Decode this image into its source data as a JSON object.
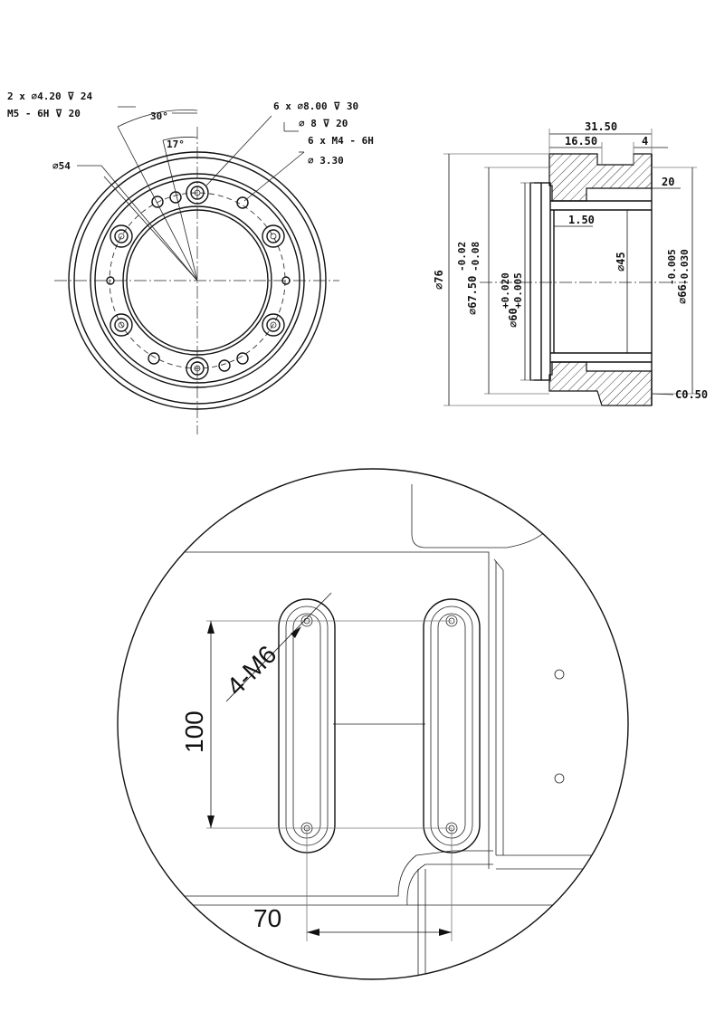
{
  "front_view": {
    "note_tapped_holes_a": "2 x ⌀4.20 ⊽ 24",
    "note_tapped_holes_b": "M5 - 6H ⊽ 20",
    "note_angle_outer": "30°",
    "note_angle_inner": "17°",
    "note_diameter_54": "⌀54",
    "note_cbore_a": "6 x ⌀8.00 ⊽ 30",
    "note_cbore_b": "⌀ 8 ⊽ 20",
    "note_cbore_c": "6 x  M4 - 6H",
    "note_pin_hole": "⌀ 3.30"
  },
  "section_view": {
    "dim_31_50": "31.50",
    "dim_16_50": "16.50",
    "dim_4": "4",
    "dim_20": "20",
    "dim_1_50": "1.50",
    "dim_d45": "⌀45",
    "dim_d76": "⌀76",
    "dim_d67_50": "⌀67.50",
    "dim_d67_upper": "-0.02",
    "dim_d67_lower": "-0.08",
    "dim_d60": "⌀60",
    "dim_d60_upper": "+0.020",
    "dim_d60_lower": "+0.005",
    "dim_d66": "⌀66",
    "dim_d66_upper": "-0.005",
    "dim_d66_lower": "-0.030",
    "dim_chamfer": "C0.50"
  },
  "detail_view": {
    "label_thread": "4-M6",
    "label_spacing_vertical": "100",
    "label_spacing_horizontal": "70"
  }
}
